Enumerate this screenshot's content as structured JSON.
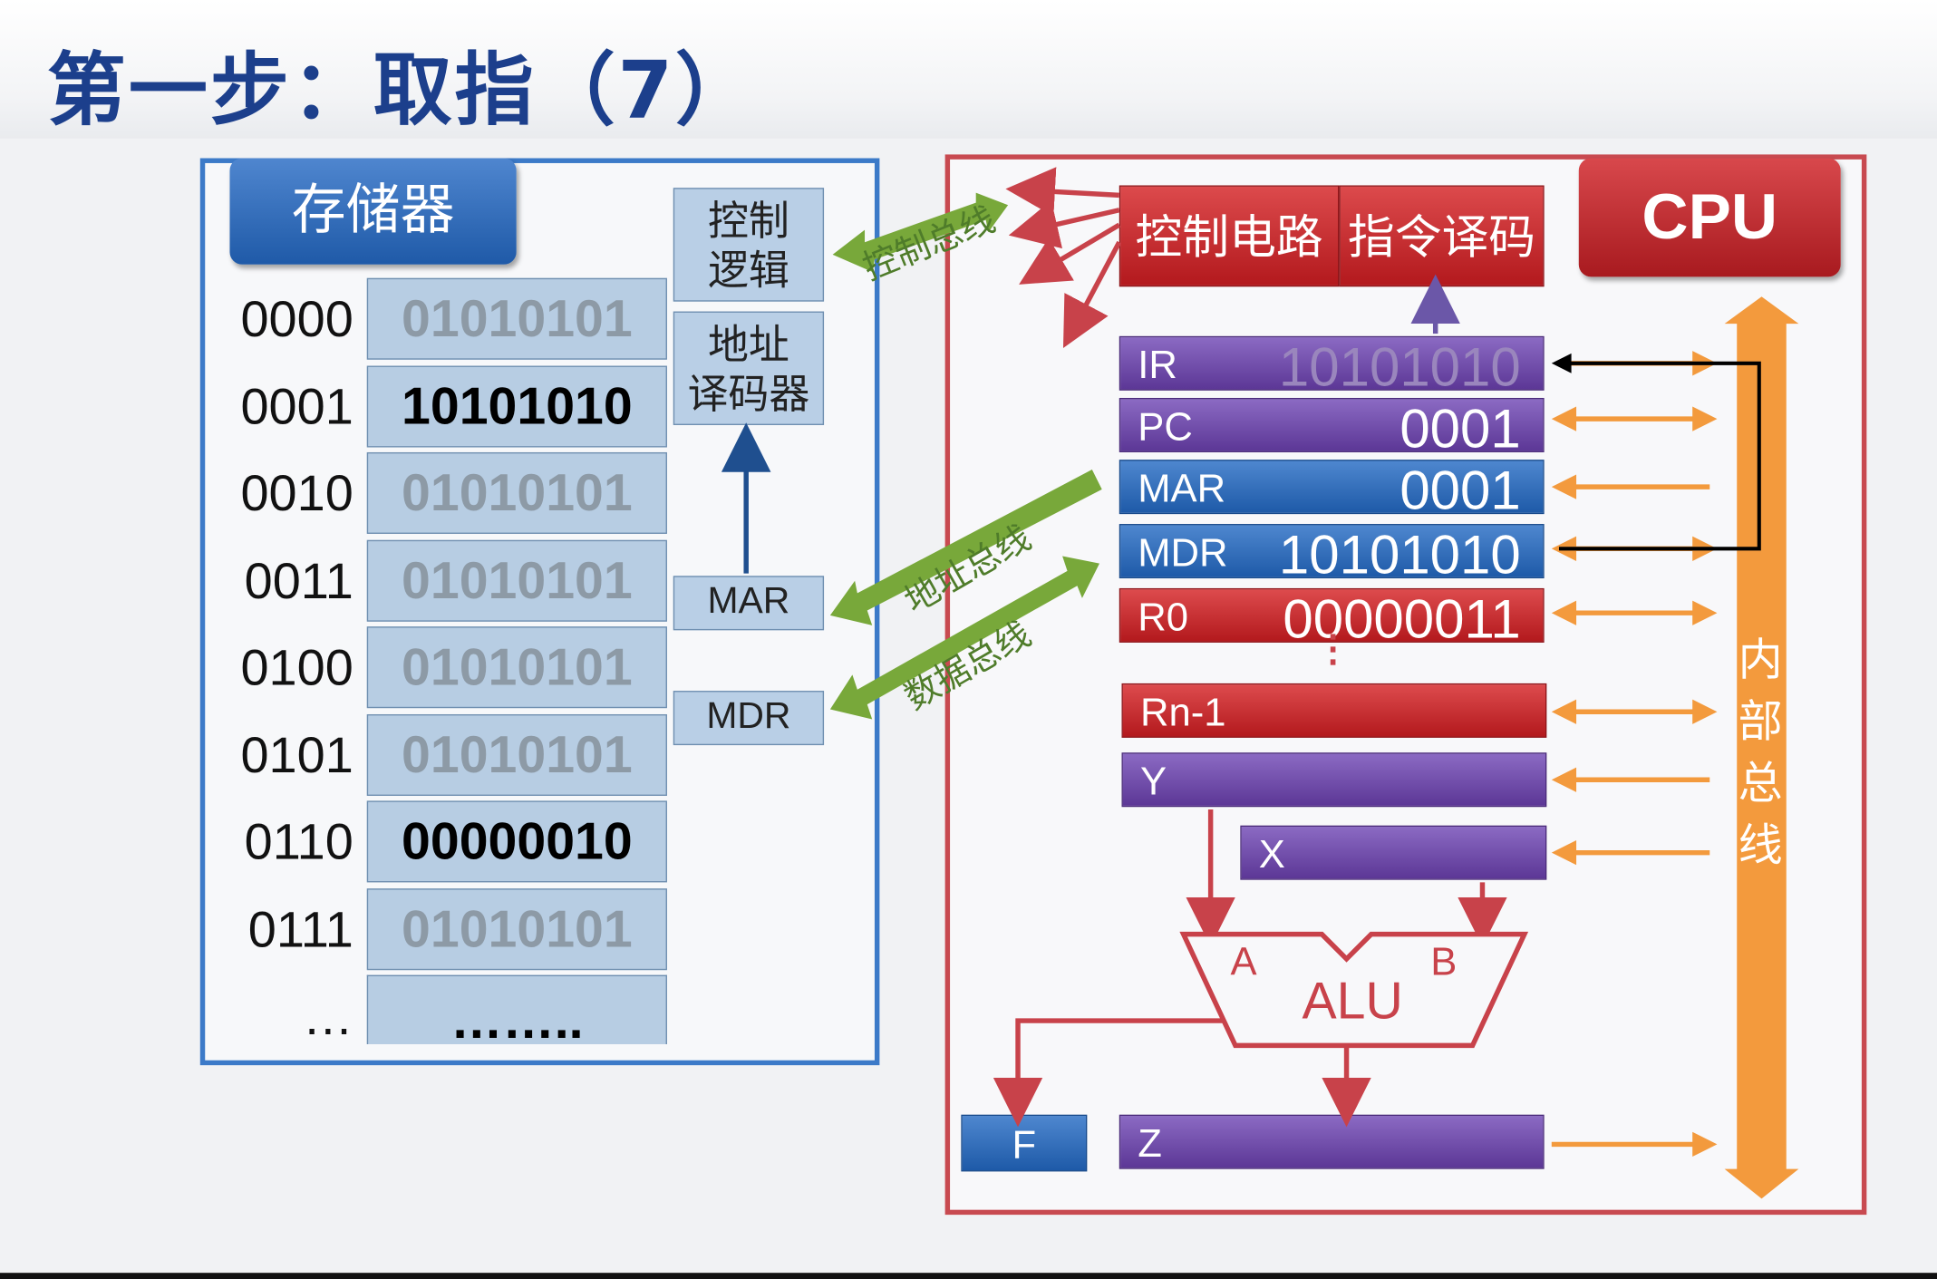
{
  "slide": {
    "title": "第一步：取指（7）"
  },
  "memory": {
    "label": "存储器",
    "rows": [
      {
        "addr": "0000",
        "value": "01010101",
        "bold": false
      },
      {
        "addr": "0001",
        "value": "10101010",
        "bold": true
      },
      {
        "addr": "0010",
        "value": "01010101",
        "bold": false
      },
      {
        "addr": "0011",
        "value": "01010101",
        "bold": false
      },
      {
        "addr": "0100",
        "value": "01010101",
        "bold": false
      },
      {
        "addr": "0101",
        "value": "01010101",
        "bold": false
      },
      {
        "addr": "0110",
        "value": "00000010",
        "bold": true
      },
      {
        "addr": "0111",
        "value": "01010101",
        "bold": false
      }
    ],
    "more_addr": "…",
    "more_value": "……..",
    "control_logic": [
      "控制",
      "逻辑"
    ],
    "address_decoder": [
      "地址",
      "译码器"
    ],
    "mar_label": "MAR",
    "mdr_label": "MDR"
  },
  "buses": {
    "control_bus": "控制总线",
    "address_bus": "地址总线",
    "data_bus": "数据总线",
    "internal_bus": [
      "内",
      "部",
      "总",
      "线"
    ]
  },
  "cpu": {
    "label": "CPU",
    "control_circuit": "控制电路",
    "instruction_decode": "指令译码",
    "registers": {
      "ir": {
        "name": "IR",
        "value": "10101010"
      },
      "pc": {
        "name": "PC",
        "value": "0001"
      },
      "mar": {
        "name": "MAR",
        "value": "0001"
      },
      "mdr": {
        "name": "MDR",
        "value": "10101010"
      },
      "r0": {
        "name": "R0",
        "value": "00000011"
      },
      "rn1": {
        "name": "Rn-1"
      },
      "y": {
        "name": "Y"
      },
      "x": {
        "name": "X"
      },
      "z": {
        "name": "Z"
      },
      "f": {
        "name": "F"
      }
    },
    "alu": {
      "label": "ALU",
      "a": "A",
      "b": "B"
    },
    "ellipsis": "⋮"
  },
  "colors": {
    "memory_blue": "#3c7ac8",
    "cpu_red": "#c84a50",
    "register_purple": "#5c3796",
    "bus_orange": "#f39a3d",
    "bus_green": "#78a83a"
  }
}
